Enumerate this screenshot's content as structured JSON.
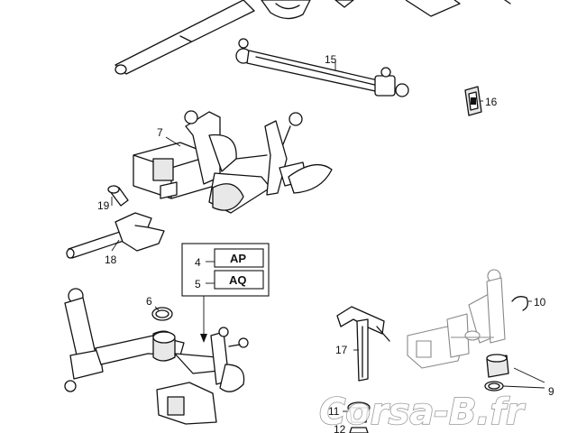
{
  "callouts": {
    "c15": "15",
    "c16": "16",
    "c7": "7",
    "c19": "19",
    "c18": "18",
    "c6": "6",
    "c10": "10",
    "c17": "17",
    "c9": "9",
    "c11": "11",
    "c12": "12"
  },
  "variant_box": {
    "rows": [
      {
        "number": "4",
        "code": "AP"
      },
      {
        "number": "5",
        "code": "AQ"
      }
    ]
  },
  "watermark": {
    "text": "Corsa-B.fr"
  }
}
